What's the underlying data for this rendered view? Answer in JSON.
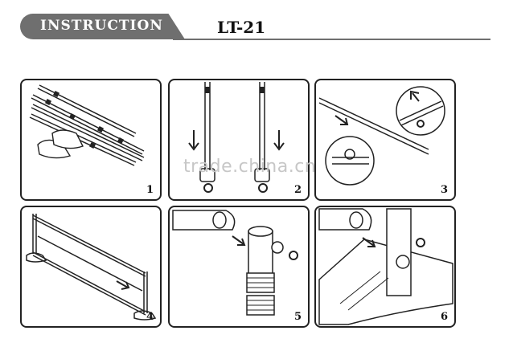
{
  "header": {
    "title": "INSTRUCTION",
    "model": "LT-21"
  },
  "watermark": "trade.china.cn",
  "steps": [
    {
      "number": "1"
    },
    {
      "number": "2"
    },
    {
      "number": "3"
    },
    {
      "number": "4"
    },
    {
      "number": "5"
    },
    {
      "number": "6"
    }
  ]
}
